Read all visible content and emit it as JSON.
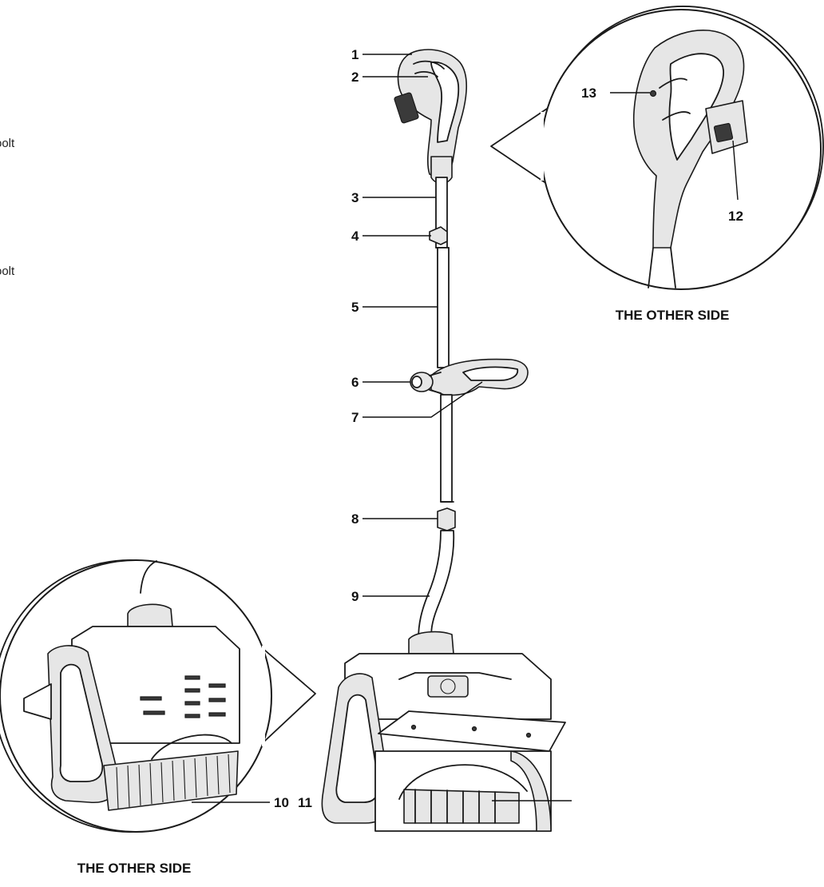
{
  "side_text": [
    "oolt",
    "oolt"
  ],
  "callouts": [
    "1",
    "2",
    "3",
    "4",
    "5",
    "6",
    "7",
    "8",
    "9",
    "10",
    "11",
    "12",
    "13"
  ],
  "captions": {
    "top_inset": "THE OTHER SIDE",
    "bottom_inset": "THE OTHER SIDE"
  }
}
